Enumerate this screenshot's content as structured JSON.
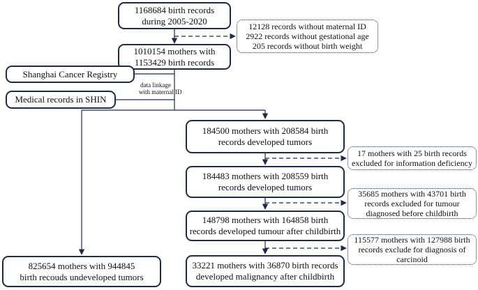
{
  "boxes": {
    "total_records": [
      "1168684 birth  records",
      "during 2005-2020"
    ],
    "excluded_initial": [
      "12128 records without maternal ID",
      "2922 records without gestational age",
      "205 records without birth weight"
    ],
    "mothers_linked": [
      "1010154 mothers with",
      "1153429 birth records"
    ],
    "cancer_registry": [
      "Shanghai Cancer Registry"
    ],
    "medical_records": [
      "Medical records in SHIN"
    ],
    "developed_tumors": [
      "184500 mothers with 208584 birth",
      "records developed tumors"
    ],
    "excluded_info": [
      "17 mothers with 25 birth records",
      "excluded for information deficiency"
    ],
    "developed_tumors_2": [
      "184483 mothers with 208559 birth",
      "records developed tumors"
    ],
    "excluded_before": [
      "35685 mothers with 43701 birth",
      "records excluded for tumour",
      "diagnosed before childbirth"
    ],
    "after_childbirth": [
      "148798 mothers with 164858 birth",
      "records developed tumour after childbirth"
    ],
    "excluded_carcinoid": [
      "115577 mothers with 127988 birth",
      "records exclude for diagnosis of",
      "carcinoid"
    ],
    "undeveloped": [
      "825654 mothers with 944845",
      "birth recouds undeveloped tumors"
    ],
    "malignancy": [
      "33221 mothers with 36870 birth records",
      "developed malignancy after childbirth"
    ]
  },
  "linkage_note": [
    "data linkage",
    "with maternal ID"
  ]
}
